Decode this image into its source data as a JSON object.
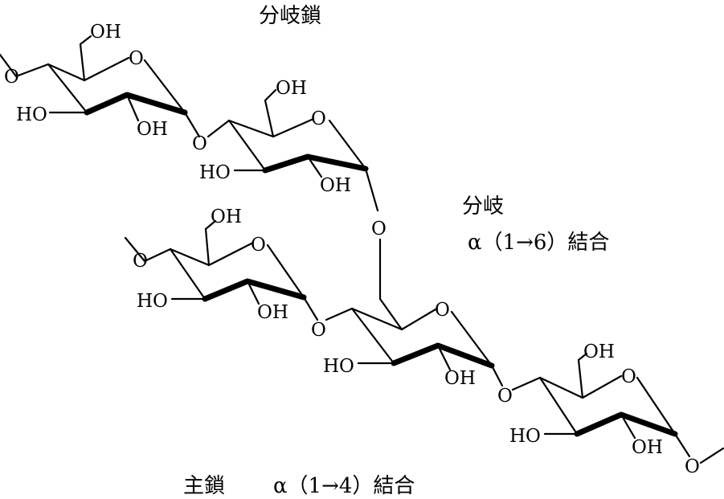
{
  "labels": {
    "branch_chain": "分岐鎖",
    "branch_link_line1": "分岐",
    "branch_link_line2": "α（1→6）結合",
    "main_chain": "主鎖",
    "main_link": "α（1→4）結合"
  },
  "atoms": {
    "oh": "OH",
    "ho": "HO",
    "o": "O"
  }
}
